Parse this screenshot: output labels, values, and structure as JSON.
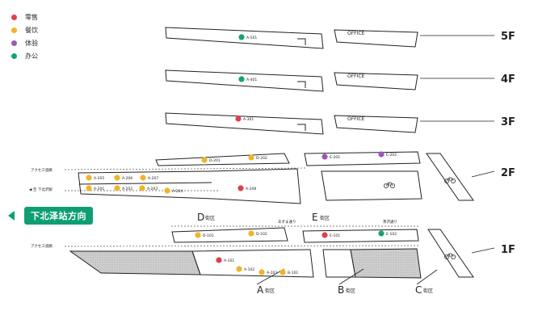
{
  "legend": [
    {
      "label": "零售",
      "color": "#e0404a"
    },
    {
      "label": "餐饮",
      "color": "#f0b429"
    },
    {
      "label": "体验",
      "color": "#9b59b6"
    },
    {
      "label": "办公",
      "color": "#12a37a"
    }
  ],
  "floors": [
    "5F",
    "4F",
    "3F",
    "2F",
    "1F"
  ],
  "offices": [
    "OFFICE",
    "OFFICE",
    "OFFICE"
  ],
  "districts": [
    {
      "letter": "D",
      "suffix": "街区"
    },
    {
      "letter": "E",
      "suffix": "街区"
    },
    {
      "letter": "A",
      "suffix": "街区"
    },
    {
      "letter": "B",
      "suffix": "街区"
    },
    {
      "letter": "C",
      "suffix": "街区"
    }
  ],
  "street_labels": {
    "access_2f": "アクセス道路",
    "access_1f": "アクセス道路",
    "station_2f": "◀ 至 下北沢駅",
    "azuma": "あずま通り",
    "chazawa": "茶沢通り"
  },
  "nav_label": "下北泽站方向",
  "units": [
    {
      "label": "A-501",
      "category": "办公"
    },
    {
      "label": "A-401",
      "category": "办公"
    },
    {
      "label": "A-301",
      "category": "零售"
    },
    {
      "label": "D-201",
      "category": "餐饮"
    },
    {
      "label": "D-202",
      "category": "餐饮"
    },
    {
      "label": "E-201",
      "category": "体验"
    },
    {
      "label": "E-202",
      "category": "体验"
    },
    {
      "label": "A-205",
      "category": "餐饮"
    },
    {
      "label": "A-206",
      "category": "餐饮"
    },
    {
      "label": "A-207",
      "category": "餐饮"
    },
    {
      "label": "A-201",
      "category": "餐饮"
    },
    {
      "label": "A-202",
      "category": "餐饮"
    },
    {
      "label": "A-203",
      "category": "餐饮"
    },
    {
      "label": "A-204",
      "category": "餐饮"
    },
    {
      "label": "A-208",
      "category": "零售"
    },
    {
      "label": "D-101",
      "category": "餐饮"
    },
    {
      "label": "D-102",
      "category": "餐饮"
    },
    {
      "label": "E-101",
      "category": "零售"
    },
    {
      "label": "E-102",
      "category": "办公"
    },
    {
      "label": "A-101",
      "category": "零售"
    },
    {
      "label": "A-102",
      "category": "餐饮"
    },
    {
      "label": "A-103",
      "category": "餐饮"
    },
    {
      "label": "B-101",
      "category": "餐饮"
    }
  ]
}
